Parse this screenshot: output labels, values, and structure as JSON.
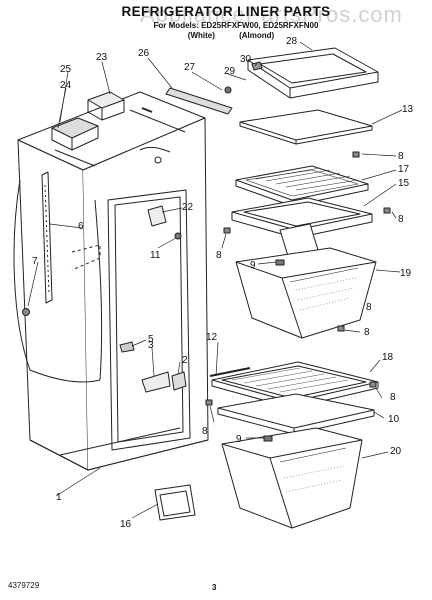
{
  "header": {
    "title": "REFRIGERATOR LINER PARTS",
    "subtitle": "For Models: ED25RFXFW00, ED25RFXFN00",
    "colors": "(White) (Almond)",
    "watermark": "AppliancePartsPros.com"
  },
  "footer": {
    "part_number": "4379729",
    "page_number": "3"
  },
  "callouts": [
    "1",
    "2",
    "3",
    "5",
    "6",
    "7",
    "8",
    "8",
    "8",
    "8",
    "8",
    "8",
    "8",
    "9",
    "9",
    "10",
    "11",
    "12",
    "13",
    "15",
    "16",
    "17",
    "18",
    "19",
    "20",
    "22",
    "23",
    "24",
    "25",
    "26",
    "27",
    "28",
    "29",
    "30"
  ]
}
